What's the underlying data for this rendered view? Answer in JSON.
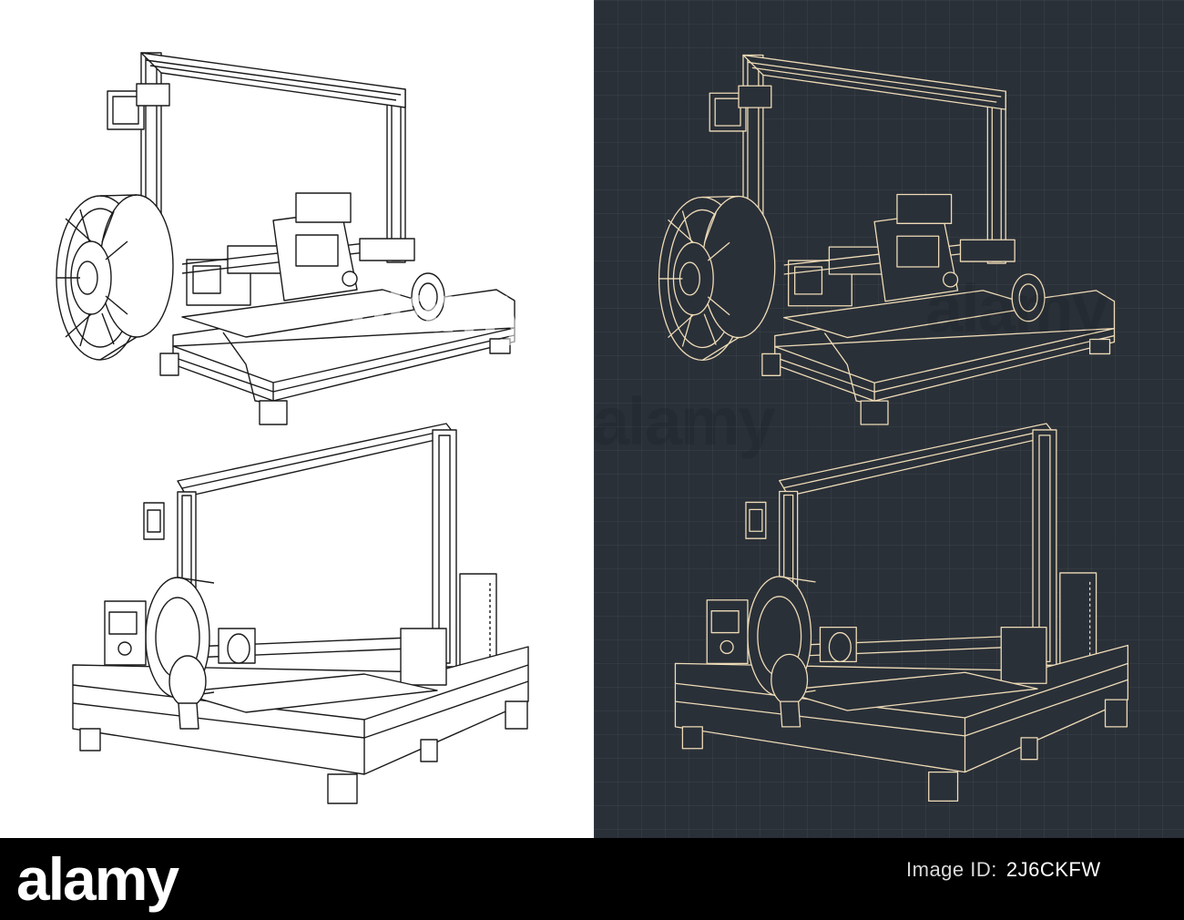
{
  "colors": {
    "dark_bg": "#2a3038",
    "line_light": "#1a1a1a",
    "line_dark": "#efdcb7",
    "footer_bg": "#000000"
  },
  "watermark": {
    "text": "alamy"
  },
  "footer": {
    "logo": "alamy",
    "image_id_label": "Image ID:",
    "image_id": "2J6CKFW"
  },
  "drawings": [
    {
      "name": "printer-drawing-top-left",
      "style": "light"
    },
    {
      "name": "printer-drawing-bottom-left",
      "style": "light"
    },
    {
      "name": "printer-drawing-top-right",
      "style": "dark"
    },
    {
      "name": "printer-drawing-bottom-right",
      "style": "dark"
    }
  ]
}
